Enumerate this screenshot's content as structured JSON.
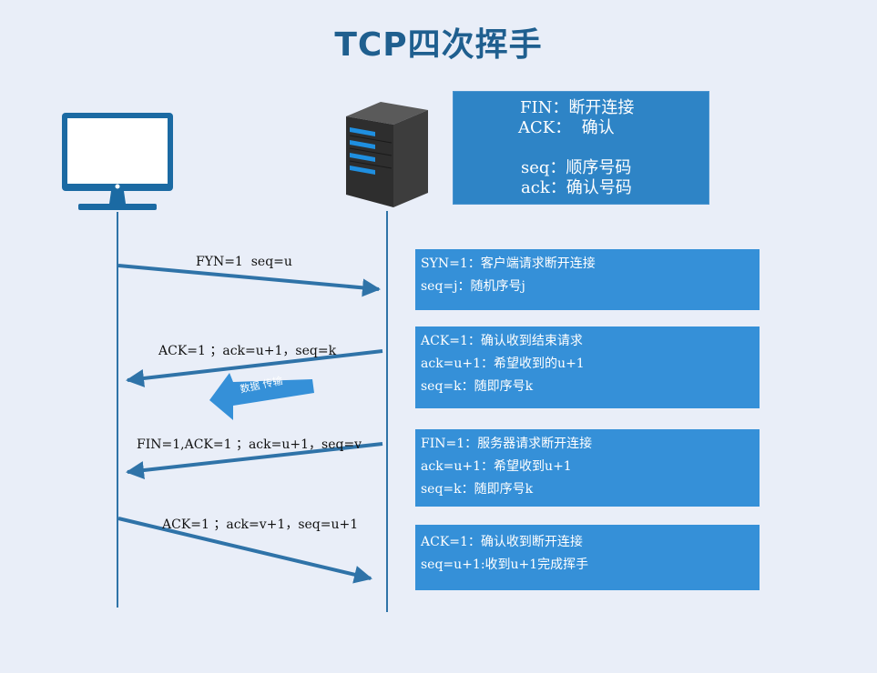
{
  "title": "TCP四次挥手",
  "legend": {
    "line1": "FIN：断开连接",
    "line2": "ACK：  确认",
    "line3": "seq：顺序号码",
    "line4": "ack：确认号码"
  },
  "messages": [
    {
      "label": "FYN=1  seq=u"
    },
    {
      "label": "ACK=1 ；ack=u+1，seq=k"
    },
    {
      "label": "FIN=1,ACK=1 ；ack=u+1，seq=v"
    },
    {
      "label": "ACK=1 ；ack=v+1，seq=u+1"
    }
  ],
  "data_transfer_label": "数据 传输",
  "boxes": [
    {
      "lines": [
        "SYN=1：客户端请求断开连接",
        "seq=j：随机序号j"
      ]
    },
    {
      "lines": [
        "ACK=1：确认收到结束请求",
        "ack=u+1：希望收到的u+1",
        "seq=k：随即序号k"
      ]
    },
    {
      "lines": [
        "FIN=1：服务器请求断开连接",
        "ack=u+1：希望收到u+1",
        "seq=k：随即序号k"
      ]
    },
    {
      "lines": [
        "ACK=1：确认收到断开连接",
        "seq=u+1:收到u+1完成挥手"
      ]
    }
  ],
  "colors": {
    "line": "#2f73a8",
    "box": "#3590d8",
    "legend": "#2e84c6",
    "title": "#1f5f8f",
    "monitor": "#1b6aa3"
  }
}
